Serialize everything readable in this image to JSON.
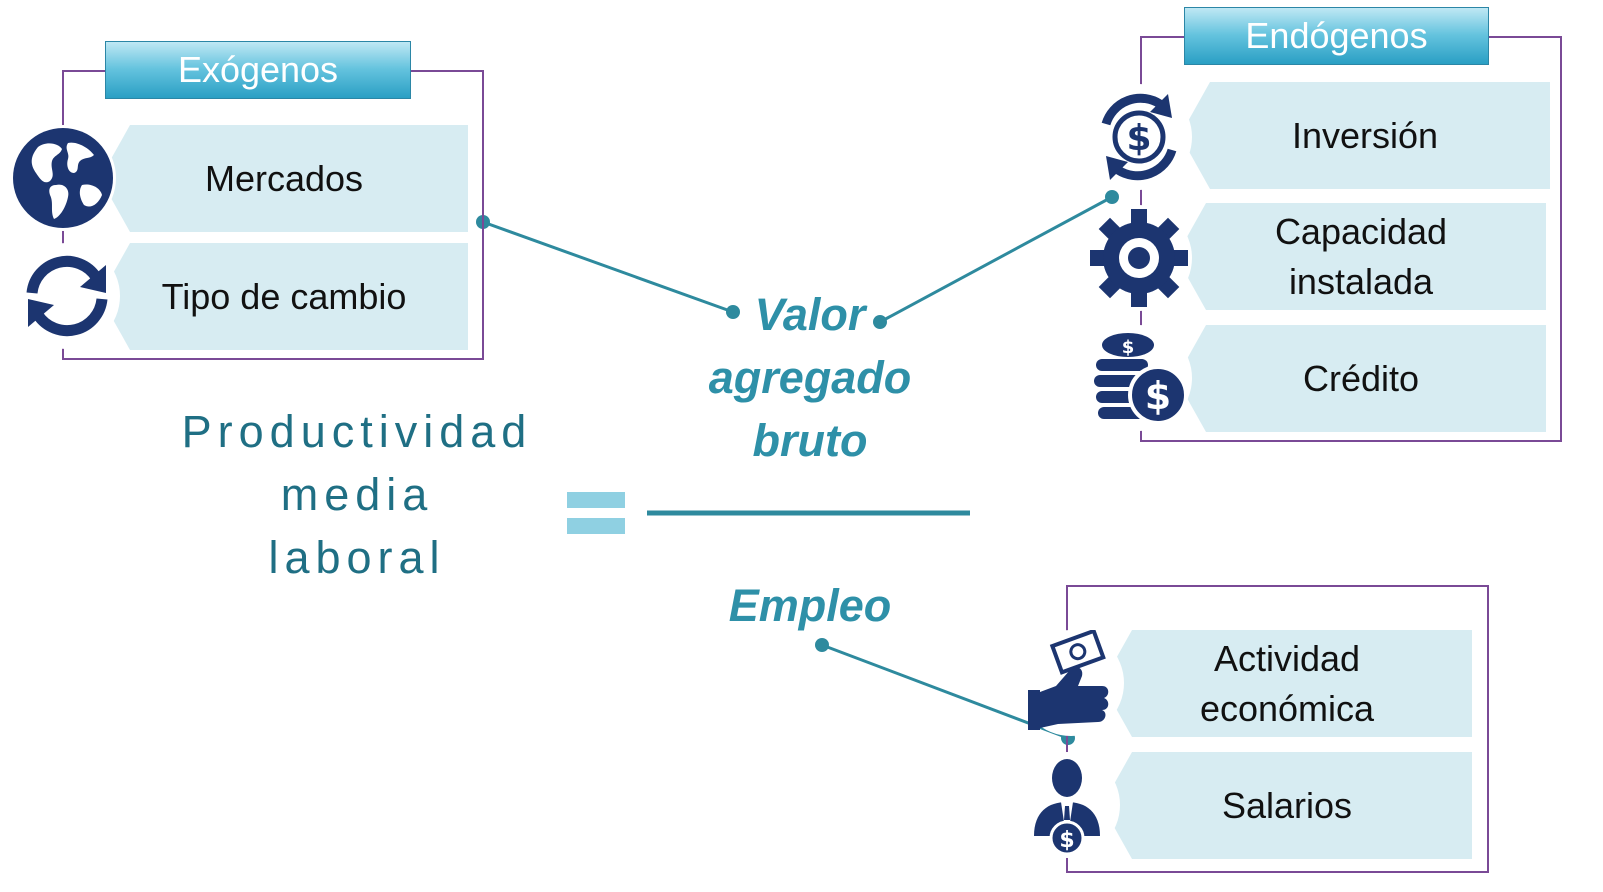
{
  "formula": {
    "left_lines": [
      "Productividad",
      "media",
      "laboral"
    ],
    "numerator_lines": [
      "Valor",
      "agregado",
      "bruto"
    ],
    "denominator": "Empleo"
  },
  "groups": {
    "exogenos": {
      "title": "Exógenos",
      "items": [
        {
          "icon": "globe-icon",
          "lines": [
            "Mercados"
          ]
        },
        {
          "icon": "exchange-arrows-icon",
          "lines": [
            "Tipo de cambio"
          ]
        }
      ]
    },
    "endogenos_valor": {
      "title": "Endógenos",
      "items": [
        {
          "icon": "dollar-cycle-icon",
          "lines": [
            "Inversión"
          ]
        },
        {
          "icon": "gear-icon",
          "lines": [
            "Capacidad",
            "instalada"
          ]
        },
        {
          "icon": "coins-icon",
          "lines": [
            "Crédito"
          ]
        }
      ]
    },
    "endogenos_empleo": {
      "items": [
        {
          "icon": "money-hand-icon",
          "lines": [
            "Actividad",
            "económica"
          ]
        },
        {
          "icon": "worker-salary-icon",
          "lines": [
            "Salarios"
          ]
        }
      ]
    }
  },
  "colors": {
    "frame": "#7a4a96",
    "header_gradient": [
      "#bfe8f4",
      "#2a9fc4"
    ],
    "row_fill": "#d7ecf2",
    "connector": "#2e8a9e",
    "formula_text": "#1f6f84",
    "accent_text": "#2e90a8",
    "equals": "#8fd0e2",
    "icon": "#1c3570"
  }
}
